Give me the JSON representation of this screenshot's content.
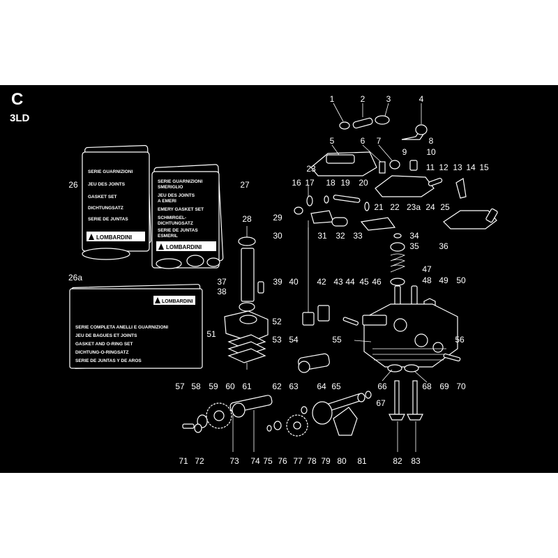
{
  "section": {
    "letter": "C",
    "model": "3LD"
  },
  "kits": {
    "k26": {
      "lines": [
        "SERIE GUARNIZIONI",
        "JEU DES JOINTS",
        "GASKET SET",
        "DICHTUNGSATZ",
        "SERIE DE JUNTAS"
      ],
      "brand": "LOMBARDINI"
    },
    "k27": {
      "lines": [
        "SERIE GUARNIZIONI",
        "SMERIGLIO",
        "JEU DES JOINTS",
        "A EMERI",
        "EMERY GASKET SET",
        "SCHMIRGEL-",
        "DICHTUNGSATZ",
        "SERIE DE JUNTAS",
        "ESMERIL"
      ],
      "brand": "LOMBARDINI"
    },
    "k26a": {
      "lines": [
        "SERIE COMPLETA ANELLI E GUARNIZIONI",
        "JEU DE BAGUES ET JOINTS",
        "GASKET AND O-RING SET",
        "DICHTUNG-O-RINGSATZ",
        "SERIE DE JUNTAS Y DE AROS"
      ],
      "brand": "LOMBARDINI"
    }
  },
  "labels": [
    "1",
    "2",
    "3",
    "4",
    "5",
    "6",
    "7",
    "8",
    "9",
    "10",
    "11",
    "12",
    "13",
    "14",
    "15",
    "16",
    "17",
    "18",
    "19",
    "20",
    "21",
    "22",
    "23",
    "23a",
    "24",
    "25",
    "26",
    "26a",
    "27",
    "28",
    "29",
    "30",
    "31",
    "32",
    "33",
    "34",
    "35",
    "36",
    "37",
    "38",
    "39",
    "40",
    "42",
    "43",
    "44",
    "45",
    "46",
    "47",
    "48",
    "49",
    "50",
    "51",
    "52",
    "53",
    "54",
    "55",
    "56",
    "57",
    "58",
    "59",
    "60",
    "61",
    "62",
    "63",
    "64",
    "65",
    "66",
    "67",
    "68",
    "69",
    "70",
    "71",
    "72",
    "73",
    "74",
    "75",
    "76",
    "77",
    "78",
    "79",
    "80",
    "81",
    "82",
    "83"
  ]
}
